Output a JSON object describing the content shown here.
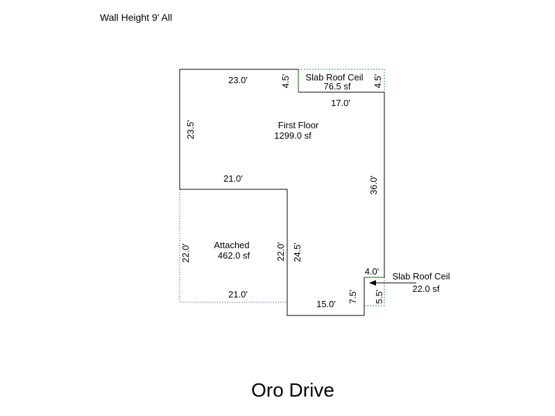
{
  "header": {
    "note": "Wall Height 9' All"
  },
  "footer": {
    "title": "Oro Drive"
  },
  "colors": {
    "wall": "#000000",
    "attached_outline": "#6a5acd",
    "slab_outline": "#2e8b57",
    "slab_wall": "#006400"
  },
  "rooms": {
    "first_floor": {
      "name": "First Floor",
      "area": "1299.0 sf"
    },
    "attached": {
      "name": "Attached",
      "area": "462.0 sf"
    },
    "slab_top": {
      "name": "Slab Roof Ceil",
      "area": "76.5 sf"
    },
    "slab_bottom": {
      "name": "Slab Roof Ceil",
      "area": "22.0 sf"
    }
  },
  "dimensions": {
    "ff_top": "23.0'",
    "ff_left": "23.5'",
    "ff_notch_right": "4.5'",
    "ff_step_top": "17.0'",
    "ff_right": "36.0'",
    "ff_mid": "21.0'",
    "ff_inner_left": "24.5'",
    "ff_bottom": "15.0'",
    "ff_bottom_right": "7.5'",
    "ff_notch_bottom": "4.0'",
    "att_left": "22.0'",
    "att_right": "22.0'",
    "att_bottom": "21.0'",
    "slab_top_right": "4.5'",
    "slab_bottom_right": "5.5'"
  }
}
